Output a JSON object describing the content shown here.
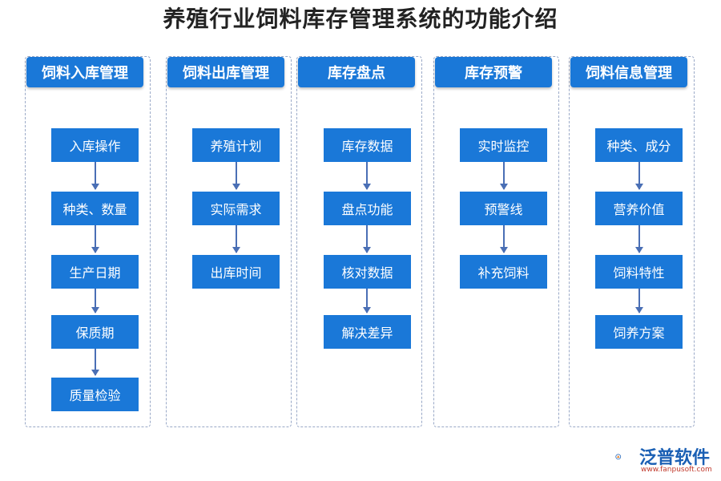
{
  "title": "养殖行业饲料库存管理系统的功能介绍",
  "columns": [
    {
      "header": "饲料入库管理",
      "items": [
        "入库操作",
        "种类、数量",
        "生产日期",
        "保质期",
        "质量检验"
      ]
    },
    {
      "header": "饲料出库管理",
      "items": [
        "养殖计划",
        "实际需求",
        "出库时间"
      ]
    },
    {
      "header": "库存盘点",
      "items": [
        "库存数据",
        "盘点功能",
        "核对数据",
        "解决差异"
      ]
    },
    {
      "header": "库存预警",
      "items": [
        "实时监控",
        "预警线",
        "补充饲料"
      ]
    },
    {
      "header": "饲料信息管理",
      "items": [
        "种类、成分",
        "营养价值",
        "饲料特性",
        "饲养方案"
      ]
    }
  ],
  "logo": {
    "name": "泛普软件",
    "url": "www.fanpusoft.com",
    "icon": "fanpu-logo-icon"
  },
  "colors": {
    "accent": "#1a78d8",
    "border": "#9aa9c7",
    "arrow": "#4a6fb5"
  }
}
